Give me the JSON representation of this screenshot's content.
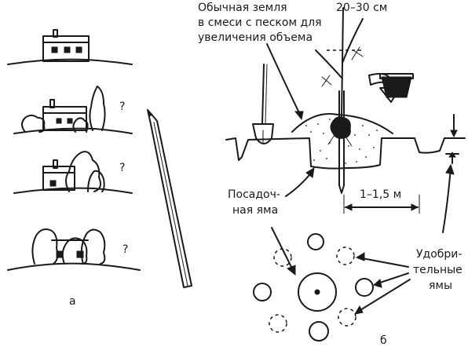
{
  "panel_a": {
    "label": "а",
    "question_marks": [
      "?",
      "?",
      "?"
    ]
  },
  "panel_b": {
    "label": "б",
    "soil_label": [
      "Обычная земля",
      "в смеси с песком для",
      "увеличения объема"
    ],
    "height_label": "20–30 см",
    "pit_label": [
      "Посадоч-",
      "ная яма"
    ],
    "width_label": "1–1,5 м",
    "fert_label": [
      "Удобри-",
      "тельные",
      "ямы"
    ]
  }
}
